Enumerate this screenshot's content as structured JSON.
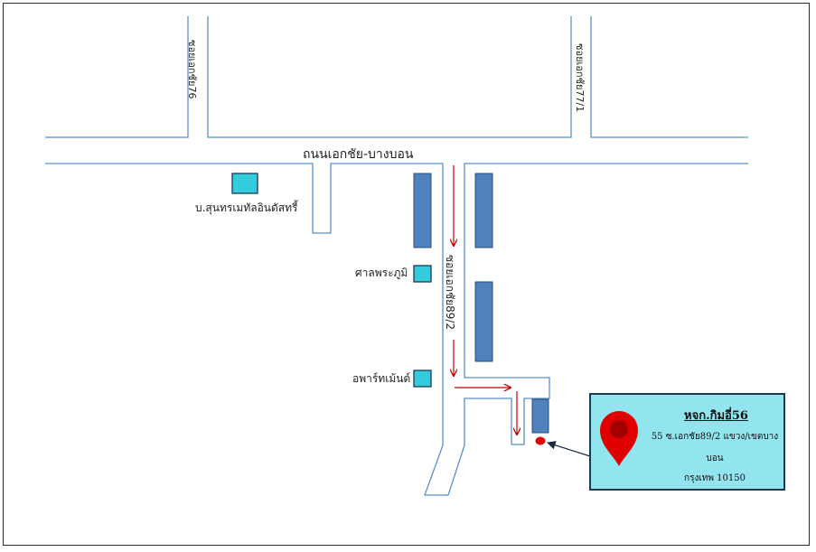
{
  "roads": {
    "main_road": "ถนนเอกชัย-บางบอน",
    "soi_left": "ซอยเอกชัย76",
    "soi_right": "ซอยเอกชัย77/1",
    "soi_center": "ซอยเอกชัย89/2"
  },
  "landmarks": {
    "company": "บ.สุนทรเมทัลอินดัสทรี้",
    "shrine": "ศาลพระภูมิ",
    "apartment": "อพาร์ทเม้นต์"
  },
  "info_box": {
    "name": "หจก.กิมอี่56",
    "address_line1": "55 ซ.เอกชัย89/2 แขวง/เขตบาง",
    "address_line2": "บอน",
    "address_line3": "กรุงเทพ 10150"
  },
  "colors": {
    "road_outline": "#5b8fc9",
    "building": "#4f81bd",
    "landmark": "#33ccdd",
    "arrow": "#c00000",
    "pin": "#e00000",
    "info_bg": "#92e4ef"
  }
}
